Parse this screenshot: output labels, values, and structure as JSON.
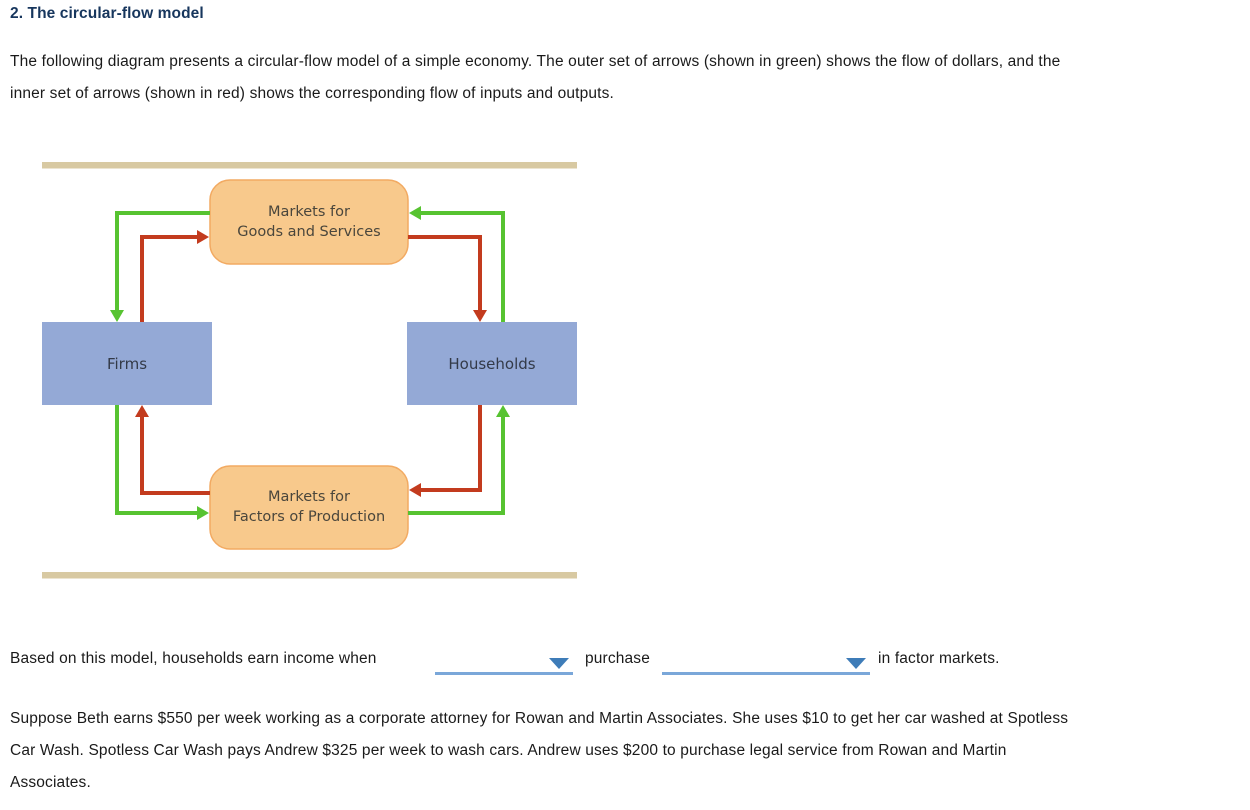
{
  "page": {
    "title": "2. The circular-flow model",
    "title_color": "#17365d"
  },
  "intro": {
    "line1": "The following diagram presents a circular-flow model of a simple economy. The outer set of arrows (shown in green) shows the flow of dollars, and the",
    "line2": "inner set of arrows (shown in red) shows the corresponding flow of inputs and outputs."
  },
  "diagram": {
    "top_box": {
      "line1": "Markets for",
      "line2": "Goods and Services"
    },
    "bottom_box": {
      "line1": "Markets for",
      "line2": "Factors of Production"
    },
    "left_box": "Firms",
    "right_box": "Households",
    "colors": {
      "dollar_flow_green": "#57c331",
      "inputs_outputs_red": "#c33b1e",
      "market_box_fill": "#f8c98c",
      "market_box_border": "#f2aa62",
      "actor_box_fill": "#94a9d6",
      "frame_bar_tan": "#d8c9a2"
    }
  },
  "question": {
    "text_before": "Based on this model, households earn income when",
    "dropdown1_value": "",
    "text_middle": "purchase",
    "dropdown2_value": "",
    "text_after": "in factor markets.",
    "underline_color": "#7aa7d9",
    "arrow_color": "#3e7cb8"
  },
  "scenario": {
    "line1": "Suppose Beth earns $550 per week working as a corporate attorney for Rowan and Martin Associates. She uses $10 to get her car washed at Spotless",
    "line2": "Car Wash. Spotless Car Wash pays Andrew $325 per week to wash cars. Andrew uses $200 to purchase legal service from Rowan and Martin",
    "line3": "Associates."
  }
}
